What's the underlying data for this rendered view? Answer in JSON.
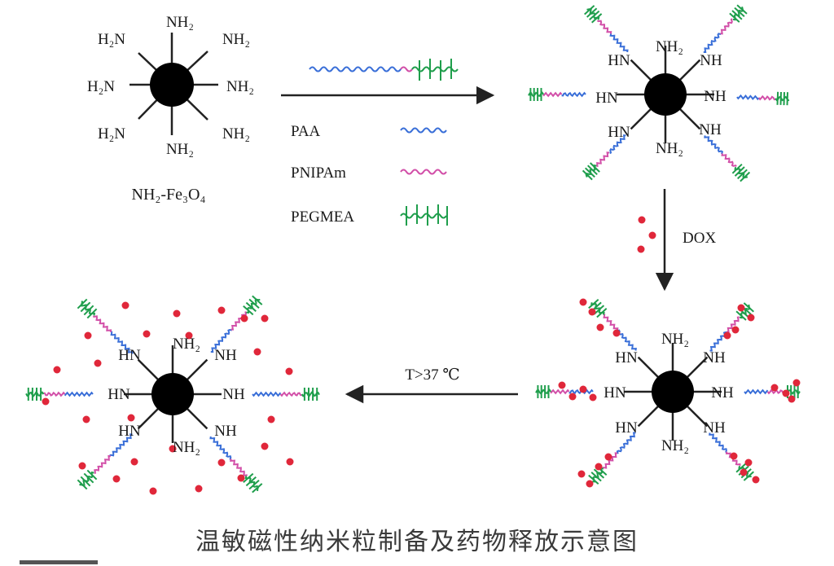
{
  "labels": {
    "nh2": "NH₂",
    "h2n": "H₂N",
    "nh": "NH",
    "hn": "HN",
    "particle_name": "NH₂-Fe₃O₄",
    "dox_step": "DOX",
    "release_step": "T>37 ℃"
  },
  "legend": [
    {
      "key": "paa",
      "label": "PAA",
      "color": "#3a6fd8",
      "style": "wave"
    },
    {
      "key": "pnipam",
      "label": "PNIPAm",
      "color": "#d24fa8",
      "style": "wave"
    },
    {
      "key": "pegmea",
      "label": "PEGMEA",
      "color": "#1f9e4c",
      "style": "brush"
    }
  ],
  "colors": {
    "core": "#000000",
    "dox": "#e0273a",
    "arrow": "#222222"
  },
  "caption": "温敏磁性纳米粒制备及药物释放示意图"
}
